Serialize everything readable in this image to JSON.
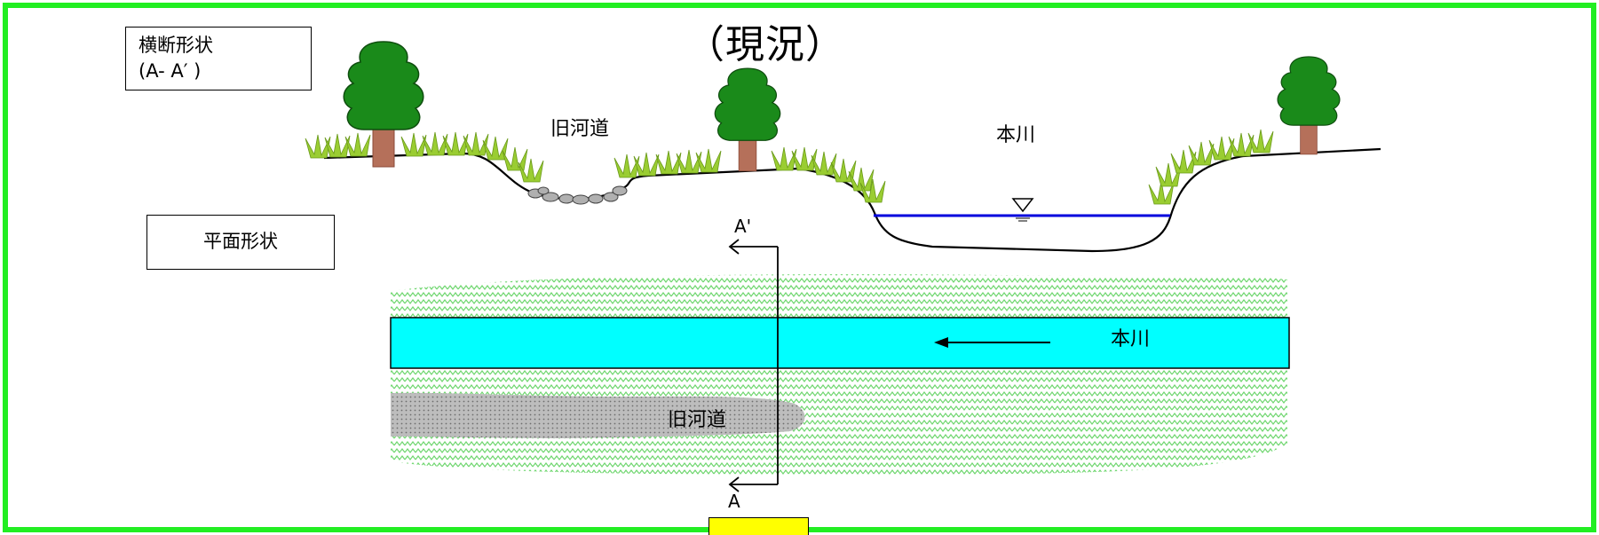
{
  "title": "（現況）",
  "cross_section_label": {
    "line1": "横断形状",
    "line2": "(A- A′ )"
  },
  "plan_label": "平面形状",
  "cross_section": {
    "old_channel": "旧河道",
    "main_river": "本川"
  },
  "plan": {
    "main_river": "本川",
    "old_channel": "旧河道"
  },
  "section_marks": {
    "top": "A'",
    "bottom": "A"
  },
  "colors": {
    "frame": "#22ee22",
    "river_plan": "#00ffff",
    "water_line": "#0000dd",
    "grass": "#9acd32",
    "tree_foliage": "#1a8a1a",
    "trunk": "#b5705a",
    "old_channel_fill": "#b8b8b8",
    "vegetation_hatch": "#6fd66f",
    "tab": "#ffff00"
  },
  "icons": [
    "tree-icon",
    "water-level-icon",
    "flow-arrow-icon"
  ]
}
